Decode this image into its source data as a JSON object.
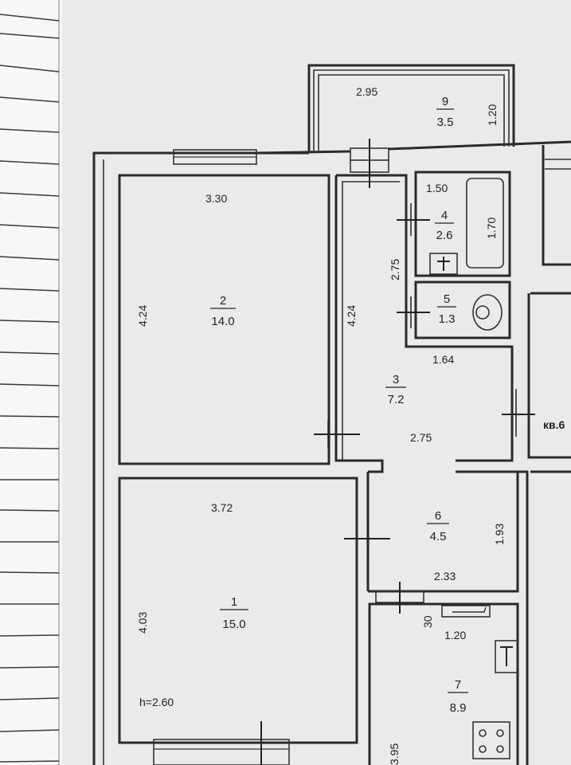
{
  "rooms": [
    {
      "id": "1",
      "area": "15.0"
    },
    {
      "id": "2",
      "area": "14.0"
    },
    {
      "id": "3",
      "area": "7.2"
    },
    {
      "id": "4",
      "area": "2.6"
    },
    {
      "id": "5",
      "area": "1.3"
    },
    {
      "id": "6",
      "area": "4.5"
    },
    {
      "id": "7",
      "area": "8.9"
    },
    {
      "id": "9",
      "area": "3.5"
    }
  ],
  "dimensions": {
    "room9_width": "2.95",
    "room9_depth": "1.20",
    "room2_width": "3.30",
    "room2_height": "4.24",
    "room3_height": "4.24",
    "room3_top": "1.64",
    "room3_width": "2.75",
    "room4_width": "1.50",
    "room4_height": "1.70",
    "room4_side": "2.75",
    "room1_width": "3.72",
    "room1_height": "4.03",
    "room6_width": "2.33",
    "room6_height": "1.93",
    "room7_a": "30",
    "room7_b": "1.20",
    "room7_height": "3.95"
  },
  "ceiling_height": "h=2.60",
  "apartment_label": "кв.6"
}
